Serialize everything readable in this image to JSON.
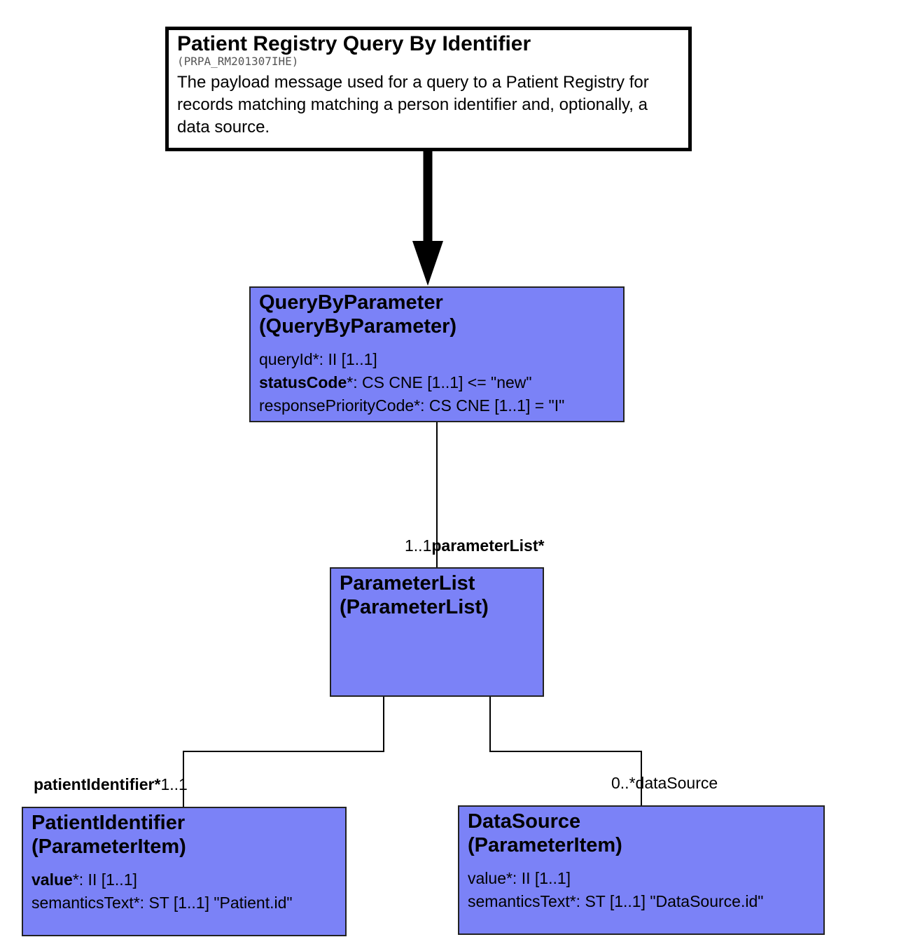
{
  "header": {
    "title": "Patient Registry Query By Identifier",
    "identifier": "(PRPA_RM201307IHE)",
    "description": "The payload message used for a query to a Patient Registry for records matching matching a person identifier and, optionally, a data source."
  },
  "classes": {
    "query_by_parameter": {
      "name": "QueryByParameter",
      "type": "(QueryByParameter)",
      "attributes": [
        {
          "name": "queryId",
          "suffix": "*: II [1..1]"
        },
        {
          "name": "statusCode",
          "suffix": "*: CS CNE [1..1] <= \"new\""
        },
        {
          "name": "responsePriorityCode",
          "suffix": "*: CS CNE [1..1] = \"I\""
        }
      ]
    },
    "parameter_list": {
      "name": "ParameterList",
      "type": "(ParameterList)"
    },
    "patient_identifier": {
      "name": "PatientIdentifier",
      "type": "(ParameterItem)",
      "attributes": [
        {
          "name": "value",
          "suffix": "*: II [1..1]"
        },
        {
          "name": "semanticsText",
          "suffix": "*: ST [1..1] \"Patient.id\""
        }
      ]
    },
    "data_source": {
      "name": "DataSource",
      "type": "(ParameterItem)",
      "attributes": [
        {
          "name": "value",
          "suffix": "*: II [1..1]"
        },
        {
          "name": "semanticsText",
          "suffix": "*: ST [1..1] \"DataSource.id\""
        }
      ]
    }
  },
  "associations": {
    "parameter_list": {
      "multiplicity": "1..1",
      "role": "parameterList*"
    },
    "patient_identifier": {
      "role": "patientIdentifier*",
      "multiplicity": "1..1"
    },
    "data_source": {
      "multiplicity": "0..*",
      "role": "dataSource"
    }
  },
  "colors": {
    "class_fill": "#7b82f7",
    "header_fill": "#ffffff",
    "line": "#000000"
  }
}
